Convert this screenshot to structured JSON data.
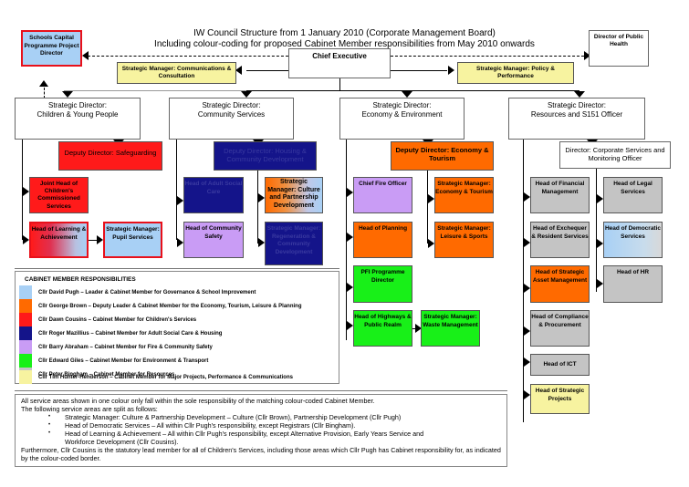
{
  "title": {
    "line1": "IW Council Structure from 1 January 2010 (Corporate Management Board)",
    "line2": "Including colour-coding for proposed Cabinet Member responsibilities from May 2010 onwards"
  },
  "colors": {
    "pugh": "#a8d0f5",
    "brown": "#ff6a00",
    "cousins": "#ff1a1a",
    "mazillius": "#14148a",
    "abraham": "#c99cf5",
    "giles": "#18f018",
    "bingham": "#c4c4c4",
    "hunter_henderson": "#f7f3a0"
  },
  "top": {
    "chief_executive": "Chief Executive",
    "schools_capital": "Schools Capital Programme Project Director",
    "public_health": "Director of Public Health",
    "comms": "Strategic Manager: Communications & Consultation",
    "policy": "Strategic Manager: Policy & Performance"
  },
  "directorates": [
    {
      "title": "Strategic Director:",
      "name": "Children & Young People",
      "deputy": "Deputy Director: Safeguarding",
      "units": [
        "Joint Head of Children's Commissioned Services",
        "Head of Learning & Achievement",
        "Strategic Manager: Pupil Services"
      ]
    },
    {
      "title": "Strategic Director:",
      "name": "Community Services",
      "deputy": "Deputy Director: Housing & Community Development",
      "units": [
        "Head of Adult Social Care",
        "Head of Community Safety",
        "Strategic Manager: Culture and Partnership Development",
        "Strategic Manager: Regeneration & Community Development"
      ]
    },
    {
      "title": "Strategic Director:",
      "name": "Economy & Environment",
      "deputy": "Deputy Director: Economy & Tourism",
      "units": [
        "Chief Fire Officer",
        "Head of Planning",
        "PFI Programme Director",
        "Head of Highways & Public Realm",
        "Strategic Manager: Economy & Tourism",
        "Strategic Manager: Leisure & Sports",
        "Strategic Manager: Waste Management"
      ]
    },
    {
      "title": "Strategic Director:",
      "name": "Resources and S151 Officer",
      "deputy": "Director: Corporate Services and Monitoring Officer",
      "units": [
        "Head of Financial Management",
        "Head of Exchequer & Resident Services",
        "Head of Strategic Asset Management",
        "Head of Compliance & Procurement",
        "Head of ICT",
        "Head of Strategic Projects",
        "Head of Legal Services",
        "Head of Democratic Services",
        "Head of HR"
      ]
    }
  ],
  "legend": {
    "title": "CABINET MEMBER RESPONSIBILITIES",
    "items": [
      {
        "text": "Cllr David Pugh – Leader & Cabinet Member for Governance & School Improvement",
        "color": "#a8d0f5"
      },
      {
        "text": "Cllr George Brown – Deputy Leader & Cabinet Member for the Economy, Tourism, Leisure & Planning",
        "color": "#ff6a00"
      },
      {
        "text": "Cllr Dawn Cousins – Cabinet Member for Children's Services",
        "color": "#ff1a1a"
      },
      {
        "text": "Cllr Roger Mazillius – Cabinet Member for Adult Social Care & Housing",
        "color": "#14148a"
      },
      {
        "text": "Cllr Barry Abraham – Cabinet Member for Fire & Community Safety",
        "color": "#c99cf5"
      },
      {
        "text": "Cllr Edward Giles – Cabinet Member for Environment & Transport",
        "color": "#18f018"
      },
      {
        "text": "Cllr Peter Bingham – Cabinet Member for Resources",
        "color": "#c4c4c4"
      },
      {
        "text": "Cllr Tim Hunter-Henderson – Cabinet Member for Major Projects, Performance & Communications",
        "color": "#f7f3a0"
      }
    ]
  },
  "notes": {
    "line1": "All service areas shown in one colour only fall within the sole responsibility of the matching colour-coded Cabinet Member.",
    "line2": "The following service areas are split as follows:",
    "bullets": [
      "Strategic Manager: Culture & Partnership Development – Culture (Cllr Brown), Partnership Development (Cllr Pugh)",
      "Head of Democratic Services – All within Cllr Pugh's responsibility, except Registrars (Cllr Bingham).",
      "Head of Learning & Achievement – All within Cllr Pugh's responsibility, except Alternative Provision, Early Years Service and"
    ],
    "bullet3_cont": "Workforce Development (Cllr Cousins).",
    "footer": "Furthermore, Cllr Cousins is the statutory lead member for all of Children's Services, including those areas which Cllr Pugh has Cabinet responsibility for, as indicated by the colour-coded border."
  }
}
